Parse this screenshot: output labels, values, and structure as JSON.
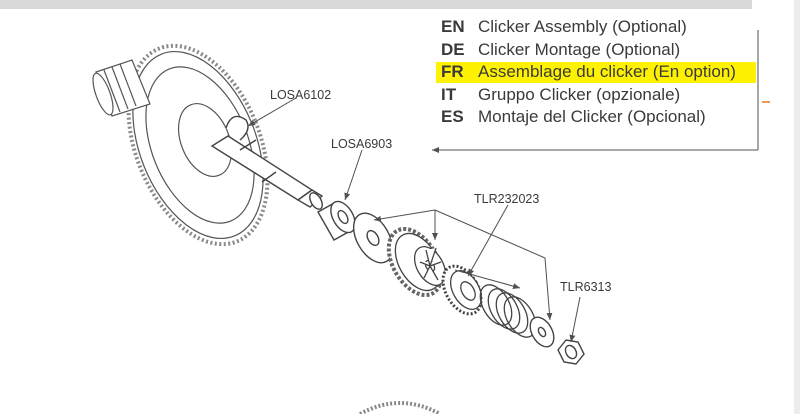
{
  "colors": {
    "highlight": "#fff200",
    "line": "#505050",
    "accent_tick": "#e87722"
  },
  "legend": [
    {
      "code": "EN",
      "text": "Clicker Assembly (Optional)",
      "highlighted": false
    },
    {
      "code": "DE",
      "text": "Clicker Montage (Optional)",
      "highlighted": false
    },
    {
      "code": "FR",
      "text": "Assemblage du clicker (En option)",
      "highlighted": true
    },
    {
      "code": "IT",
      "text": "Gruppo Clicker (opzionale)",
      "highlighted": false
    },
    {
      "code": "ES",
      "text": "Montaje del Clicker (Opcional)",
      "highlighted": false
    }
  ],
  "parts": {
    "losa6102": "LOSA6102",
    "losa6903": "LOSA6903",
    "tlr232023": "TLR232023",
    "tlr6313": "TLR6313"
  }
}
